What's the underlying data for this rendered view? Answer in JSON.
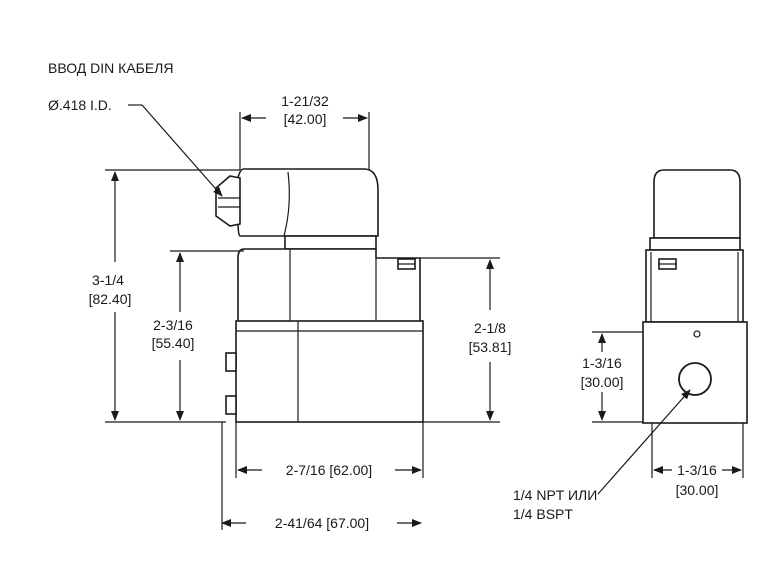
{
  "title": "ВВОД DIN КАБЕЛЯ",
  "callouts": {
    "cable_id": "Ø.418 I.D.",
    "port_line1": "1/4 NPT ИЛИ",
    "port_line2": "1/4 BSPT"
  },
  "dimensions": {
    "top_width": {
      "primary": "1-21/32",
      "metric": "[42.00]"
    },
    "overall_height": {
      "primary": "3-1/4",
      "metric": "[82.40]"
    },
    "body_height": {
      "primary": "2-3/16",
      "metric": "[55.40]"
    },
    "right_height": {
      "primary": "2-1/8",
      "metric": "[53.81]"
    },
    "base_width": {
      "text": "2-7/16 [62.00]"
    },
    "overall_width": {
      "text": "2-41/64 [67.00]"
    },
    "side_port_height": {
      "primary": "1-3/16",
      "metric": "[30.00]"
    },
    "side_width": {
      "primary": "1-3/16",
      "metric": "[30.00]"
    }
  }
}
